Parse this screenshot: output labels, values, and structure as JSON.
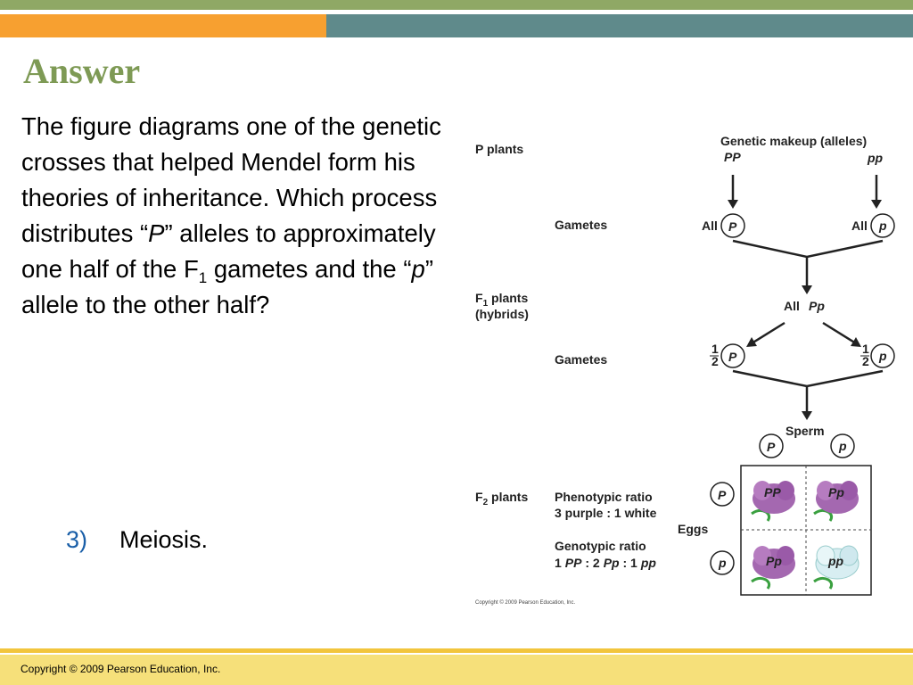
{
  "slide": {
    "title": "Answer",
    "question_parts": [
      "The figure diagrams one of the genetic crosses that helped Mendel form his theories of inheritance.  Which process distributes “",
      "P",
      "” alleles to approximately one half of the F",
      "1",
      " gametes and the “",
      "p",
      "” allele to the other half?"
    ],
    "answer_number": "3)",
    "answer_text": "Meiosis.",
    "footer": "Copyright © 2009 Pearson Education, Inc."
  },
  "diagram": {
    "p_plants": "P plants",
    "genetic_makeup": "Genetic makeup (alleles)",
    "pp_left": "PP",
    "pp_right": "pp",
    "gametes_1": "Gametes",
    "all_1": "All",
    "allele_P": "P",
    "allele_p": "p",
    "all_2": "All",
    "f1_plants": "F",
    "f1_sub": "1",
    "f1_plants_rest": " plants",
    "hybrids": "(hybrids)",
    "all_pp": "All",
    "pp_hybrid": "Pp",
    "gametes_2": "Gametes",
    "half_num": "1",
    "half_den": "2",
    "sperm": "Sperm",
    "f2_plants": "F",
    "f2_sub": "2",
    "f2_plants_rest": " plants",
    "phenotypic_ratio": "Phenotypic ratio",
    "three_purple": "3 purple : 1 white",
    "eggs": "Eggs",
    "genotypic_ratio": "Genotypic ratio",
    "genotypic_1": "1",
    "genotypic_PP": "PP",
    "genotypic_2": " : 2",
    "genotypic_Pp": "Pp",
    "genotypic_3": " : 1",
    "genotypic_pp": "pp",
    "square_PP": "PP",
    "square_Pp_top": "Pp",
    "square_Pp_bottom": "Pp",
    "square_pp": "pp",
    "copyright_small": "Copyright © 2009 Pearson Education, Inc.",
    "colors": {
      "purple": "#a468b0",
      "white_flower": "#d8eef2",
      "leaf": "#3aa040"
    }
  }
}
